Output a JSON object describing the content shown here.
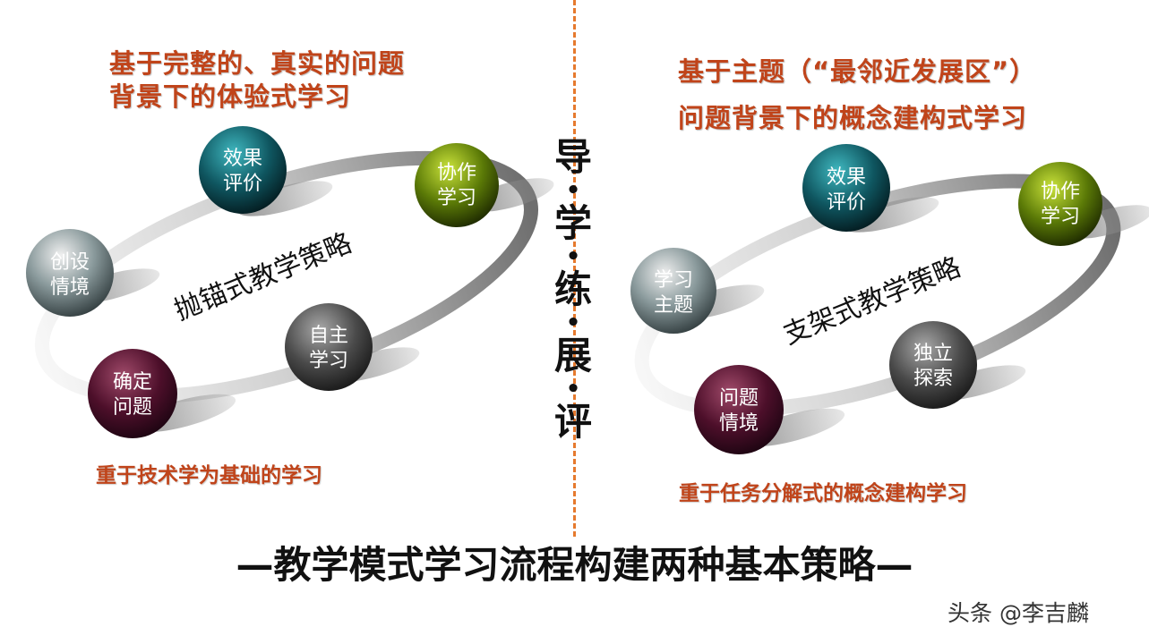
{
  "left": {
    "heading_line1": "基于完整的、真实的问题",
    "heading_line2": "背景下的体验式学习",
    "center_label": "抛锚式教学策略",
    "footer": "重于技术学为基础的学习",
    "nodes": [
      {
        "line1": "效果",
        "line2": "评价",
        "color": "teal"
      },
      {
        "line1": "协作",
        "line2": "学习",
        "color": "olive"
      },
      {
        "line1": "创设",
        "line2": "情境",
        "color": "silver"
      },
      {
        "line1": "自主",
        "line2": "学习",
        "color": "gray"
      },
      {
        "line1": "确定",
        "line2": "问题",
        "color": "maroon"
      }
    ]
  },
  "right": {
    "heading_line1": "基于主题（“最邻近发展区”）",
    "heading_line2": "问题背景下的概念建构式学习",
    "center_label": "支架式教学策略",
    "footer": "重于任务分解式的概念建构学习",
    "nodes": [
      {
        "line1": "效果",
        "line2": "评价",
        "color": "teal"
      },
      {
        "line1": "协作",
        "line2": "学习",
        "color": "olive"
      },
      {
        "line1": "学习",
        "line2": "主题",
        "color": "silver"
      },
      {
        "line1": "独立",
        "line2": "探索",
        "color": "gray"
      },
      {
        "line1": "问题",
        "line2": "情境",
        "color": "maroon"
      }
    ]
  },
  "vertical_title": [
    "导",
    "学",
    "练",
    "展",
    "评"
  ],
  "vertical_separator": "•",
  "main_title": "—教学模式学习流程构建两种基本策略—",
  "watermark": "头条 @李吉麟",
  "colors": {
    "heading": "#c0441a",
    "divider": "#e67a2e",
    "ring_light": "#f2f2f2",
    "ring_dark": "#8a8a8a"
  }
}
